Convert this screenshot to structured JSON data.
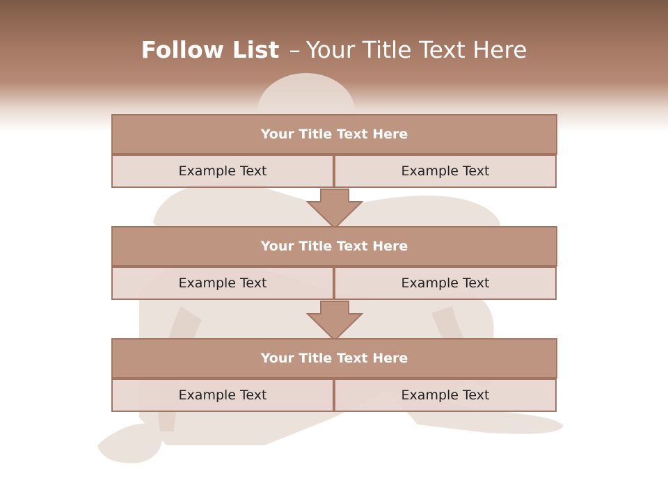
{
  "slide": {
    "title_bold": "Follow List",
    "title_dash": "–",
    "title_rest": "Your Title Text Here"
  },
  "blocks": [
    {
      "title": "Your Title Text Here",
      "left_text": "Example Text",
      "right_text": "Example Text"
    },
    {
      "title": "Your Title Text Here",
      "left_text": "Example Text",
      "right_text": "Example Text"
    },
    {
      "title": "Your Title Text Here",
      "left_text": "Example Text",
      "right_text": "Example Text"
    }
  ],
  "colors": {
    "header_brown": "#7d5a48",
    "block_title_fill": "#be9580",
    "block_border": "#a47562",
    "cell_fill": "#e7d6cf",
    "arrow_fill": "#be9580"
  },
  "icons": {
    "arrow": "down-arrow-icon"
  }
}
